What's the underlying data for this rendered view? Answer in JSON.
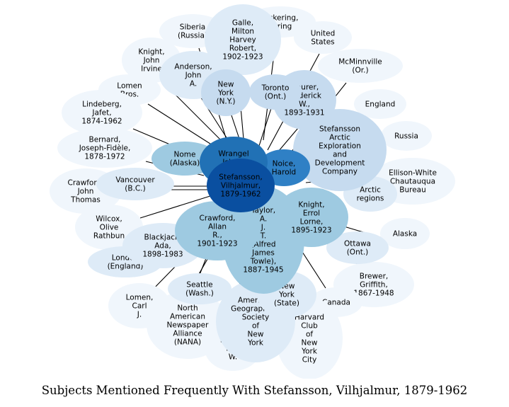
{
  "caption": "Subjects Mentioned Frequently With Stefansson, Vilhjalmur, 1879-1962",
  "colors": {
    "center": "#0a4fa0",
    "dark": "#2171b5",
    "mid_dark": "#2f80c5",
    "mid": "#9ecae1",
    "light": "#c6dbef",
    "pale": "#deebf7",
    "faint": "#f0f6fc",
    "edge": "#000000"
  },
  "nodes": [
    {
      "id": "center",
      "lines": [
        "Stefansson,",
        "Vilhjalmur,",
        "1879-1962"
      ],
      "tone": "center"
    },
    {
      "id": "wrangel",
      "lines": [
        "Wrangel",
        "Island",
        "(Russia)"
      ],
      "tone": "dark"
    },
    {
      "id": "noice",
      "lines": [
        "Noice,",
        "Harold"
      ],
      "tone": "mid_dark"
    },
    {
      "id": "stefansson-company",
      "lines": [
        "Stefansson",
        "Arctic",
        "Exploration",
        "and",
        "Development",
        "Company"
      ],
      "tone": "light"
    },
    {
      "id": "taylor",
      "lines": [
        "Taylor,",
        "A.",
        "J.",
        "T.",
        "(Alfred",
        "James",
        "Towle),",
        "1887-1945"
      ],
      "tone": "mid"
    },
    {
      "id": "crawford-allan",
      "lines": [
        "Crawford,",
        "Allan",
        "R.,",
        "1901-1923"
      ],
      "tone": "mid"
    },
    {
      "id": "knight-errol",
      "lines": [
        "Knight,",
        "Errol",
        "Lorne,",
        "1895-1923"
      ],
      "tone": "mid"
    },
    {
      "id": "nome",
      "lines": [
        "Nome",
        "(Alaska)"
      ],
      "tone": "mid"
    },
    {
      "id": "maurer",
      "lines": [
        "Maurer,",
        "Frederick",
        "W.,",
        "1893-1931"
      ],
      "tone": "light"
    },
    {
      "id": "toronto",
      "lines": [
        "Toronto",
        "(Ont.)"
      ],
      "tone": "light"
    },
    {
      "id": "new-york-ny",
      "lines": [
        "New",
        "York",
        "(N.Y.)"
      ],
      "tone": "light"
    },
    {
      "id": "galle",
      "lines": [
        "Galle,",
        "Milton",
        "Harvey",
        "Robert,",
        "1902-1923"
      ],
      "tone": "pale"
    },
    {
      "id": "anderson",
      "lines": [
        "Anderson,",
        "John",
        "A."
      ],
      "tone": "pale"
    },
    {
      "id": "vancouver",
      "lines": [
        "Vancouver",
        "(B.C.)"
      ],
      "tone": "pale"
    },
    {
      "id": "ottawa",
      "lines": [
        "Ottawa",
        "(Ont.)"
      ],
      "tone": "pale"
    },
    {
      "id": "seattle",
      "lines": [
        "Seattle",
        "(Wash.)"
      ],
      "tone": "pale"
    },
    {
      "id": "london",
      "lines": [
        "London",
        "(England)"
      ],
      "tone": "pale"
    },
    {
      "id": "blackjack",
      "lines": [
        "Blackjack,",
        "Ada,",
        "1898-1983"
      ],
      "tone": "pale"
    },
    {
      "id": "american-geographical",
      "lines": [
        "American",
        "Geographical",
        "Society",
        "of",
        "New",
        "York"
      ],
      "tone": "pale"
    },
    {
      "id": "new-york-state",
      "lines": [
        "New",
        "York",
        "(State)"
      ],
      "tone": "pale"
    },
    {
      "id": "arctic-regions",
      "lines": [
        "Arctic",
        "regions"
      ],
      "tone": "pale"
    },
    {
      "id": "siberia",
      "lines": [
        "Siberia",
        "(Russia)"
      ],
      "tone": "faint"
    },
    {
      "id": "pickering",
      "lines": [
        "Pickering,",
        "Loring"
      ],
      "tone": "faint"
    },
    {
      "id": "united-states",
      "lines": [
        "United",
        "States"
      ],
      "tone": "faint"
    },
    {
      "id": "knight-john",
      "lines": [
        "Knight,",
        "John",
        "Irvine"
      ],
      "tone": "faint"
    },
    {
      "id": "mcminnville",
      "lines": [
        "McMinnville",
        "(Or.)"
      ],
      "tone": "faint"
    },
    {
      "id": "lomen-bros",
      "lines": [
        "Lomen",
        "Bros."
      ],
      "tone": "faint"
    },
    {
      "id": "england",
      "lines": [
        "England"
      ],
      "tone": "faint"
    },
    {
      "id": "lindeberg",
      "lines": [
        "Lindeberg,",
        "Jafet,",
        "1874-1962"
      ],
      "tone": "faint"
    },
    {
      "id": "russia",
      "lines": [
        "Russia"
      ],
      "tone": "faint"
    },
    {
      "id": "bernard",
      "lines": [
        "Bernard,",
        "Joseph-Fidèle,",
        "1878-1972"
      ],
      "tone": "faint"
    },
    {
      "id": "ellison-white",
      "lines": [
        "Ellison-White",
        "Chautauqua",
        "Bureau"
      ],
      "tone": "faint"
    },
    {
      "id": "crawford-john",
      "lines": [
        "Crawford,",
        "John",
        "Thomas"
      ],
      "tone": "faint"
    },
    {
      "id": "wilcox",
      "lines": [
        "Wilcox,",
        "Olive",
        "Rathbun"
      ],
      "tone": "faint"
    },
    {
      "id": "alaska",
      "lines": [
        "Alaska"
      ],
      "tone": "faint"
    },
    {
      "id": "brewer",
      "lines": [
        "Brewer,",
        "Griffith,",
        "1867-1948"
      ],
      "tone": "faint"
    },
    {
      "id": "lomen-carl",
      "lines": [
        "Lomen,",
        "Carl",
        "J."
      ],
      "tone": "faint"
    },
    {
      "id": "canada",
      "lines": [
        "Canada"
      ],
      "tone": "faint"
    },
    {
      "id": "nana",
      "lines": [
        "North",
        "American",
        "Newspaper",
        "Alliance",
        "(NANA)"
      ],
      "tone": "faint"
    },
    {
      "id": "harvard-club",
      "lines": [
        "Harvard",
        "Club",
        "of",
        "New",
        "York",
        "City"
      ],
      "tone": "faint"
    },
    {
      "id": "brown",
      "lines": [
        "Brown,",
        "Roy",
        "W."
      ],
      "tone": "faint"
    }
  ]
}
